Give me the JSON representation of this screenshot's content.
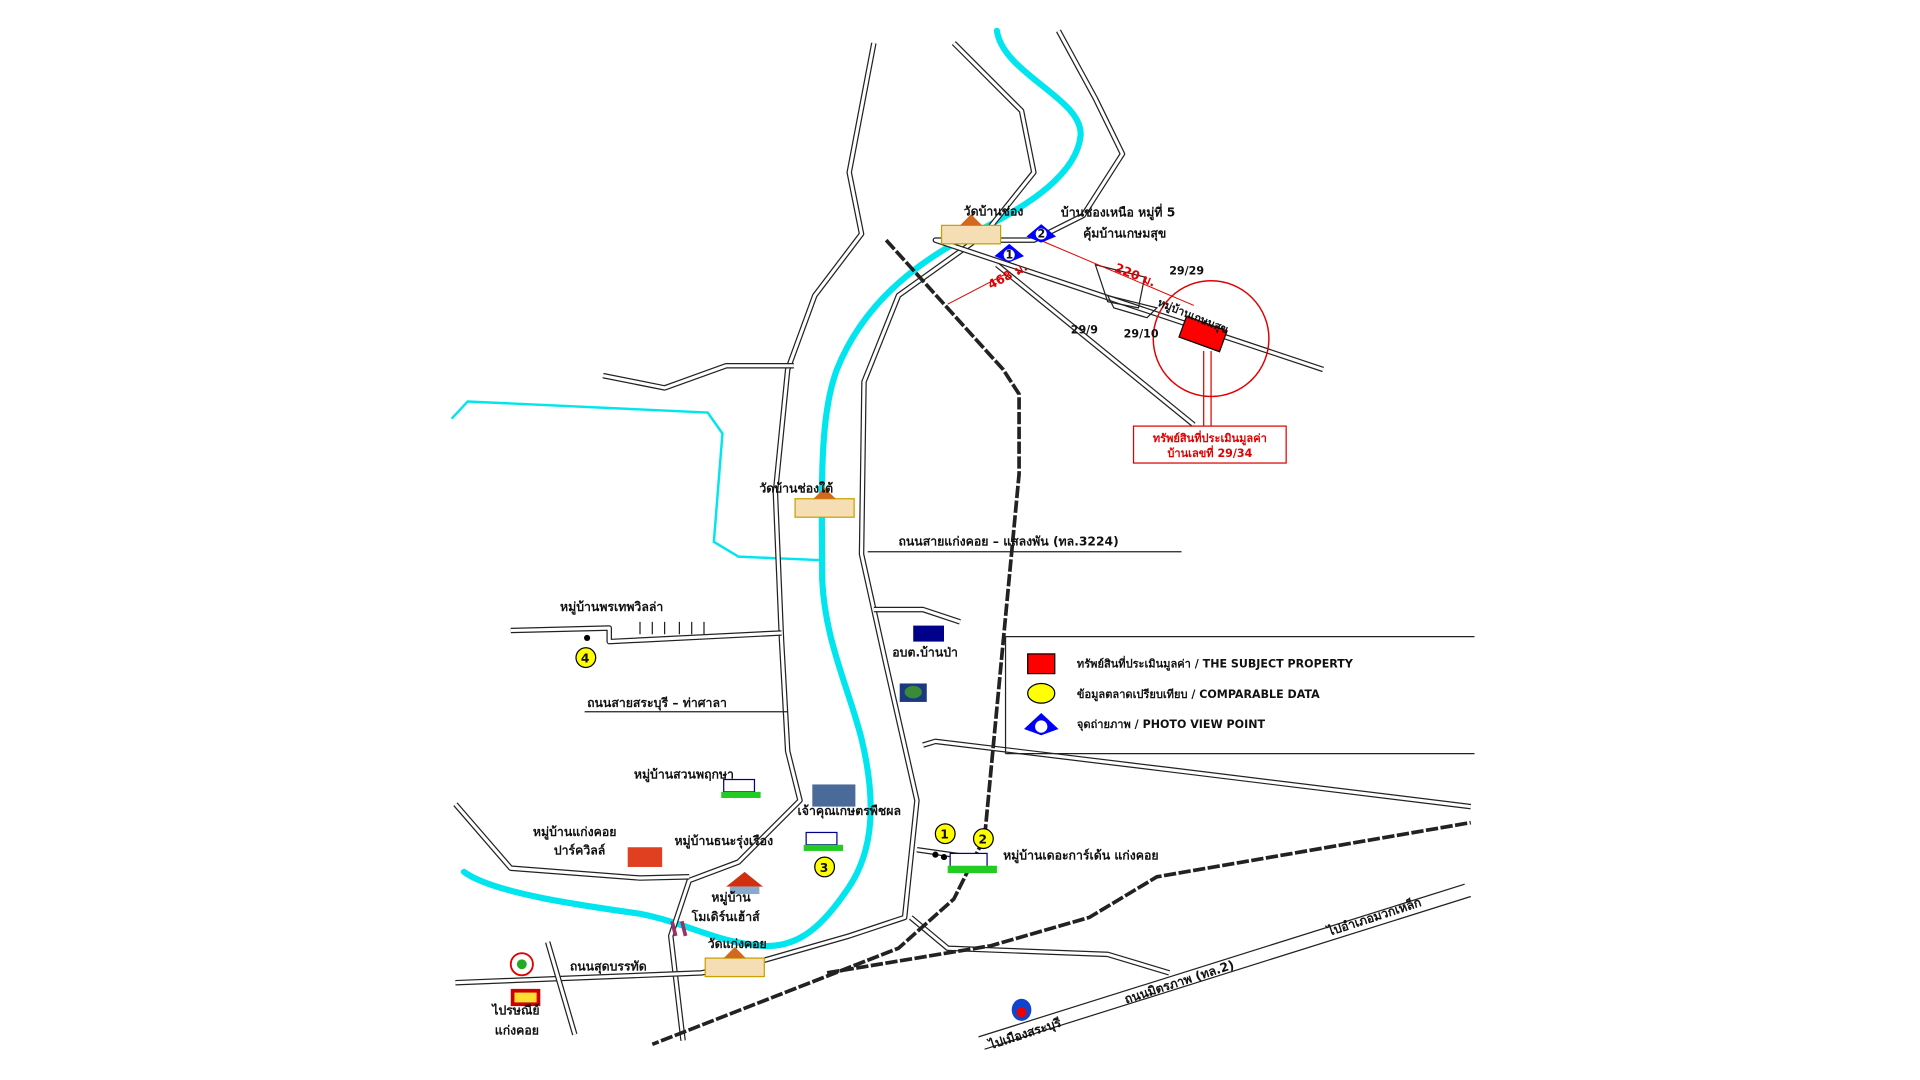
{
  "map": {
    "temples": {
      "wat_ban_chong": "วัดบ้านช่อง",
      "wat_ban_chong_tai": "วัดบ้านช่องใต้",
      "wat_kaeng_khoi": "วัดแก่งคอย"
    },
    "places": {
      "ban_chong_nuea": "บ้านช่องเหนือ หมู่ที่ 5",
      "khum_ban_kasem_suk": "คุ้มบ้านเกษมสุข",
      "mu_ban_kasem_suk": "หมู่บ้านเกษมสุข",
      "mu_ban_phon_thep": "หมู่บ้านพรเทพวิลล่า",
      "obt_ban_pa": "อบต.บ้านป่า",
      "mu_ban_suan_phruksa": "หมู่บ้านสวนพฤกษา",
      "chao_khun_kaset": "เจ้าคุณเกษตรพืชผล",
      "mu_ban_kaeng_khoi_park_1": "หมู่บ้านแก่งคอย",
      "mu_ban_kaeng_khoi_park_2": "ปาร์ควิลล์",
      "mu_ban_thana": "หมู่บ้านธนะรุ่งเรือง",
      "modern_house_1": "หมู่บ้าน",
      "modern_house_2": "โมเดิร์นเฮ้าส์",
      "the_garden": "หมู่บ้านเดอะการ์เด้น แก่งคอย",
      "post_office_1": "ไปรษณีย์",
      "post_office_2": "แก่งคอย"
    },
    "roads": {
      "road_3224": "ถนนสายแก่งคอย – แสลงพัน (ทล.3224)",
      "road_saraburi": "ถนนสายสระบุรี – ท่าศาลา",
      "road_sukhon": "ถนนสุดบรรทัด",
      "highway_left": "ไปเมืองสระบุรี",
      "highway_mid": "ถนนมิตรภาพ (ทล.2)",
      "highway_right": "ไปอำเภอมวกเหล็ก"
    },
    "distances": {
      "d1": "468 ม.",
      "d2": "220 ม."
    },
    "house_numbers": [
      "29/29",
      "29/9",
      "29/10"
    ],
    "subject_callout": {
      "line1": "ทรัพย์สินที่ประเมินมูลค่า",
      "line2": "บ้านเลขที่ 29/34"
    },
    "photo_points": [
      "1",
      "2"
    ],
    "comparables": [
      "1",
      "2",
      "3",
      "4"
    ]
  },
  "legend": {
    "subject": "ทรัพย์สินที่ประเมินมูลค่า / THE SUBJECT PROPERTY",
    "comparable": "ข้อมูลตลาดเปรียบเทียบ / COMPARABLE DATA",
    "photo": "จุดถ่ายภาพ / PHOTO VIEW POINT"
  },
  "colors": {
    "subject": "#ff0000",
    "comparable": "#ffff00",
    "photo": "#0000ff",
    "river": "#00e5ee"
  }
}
